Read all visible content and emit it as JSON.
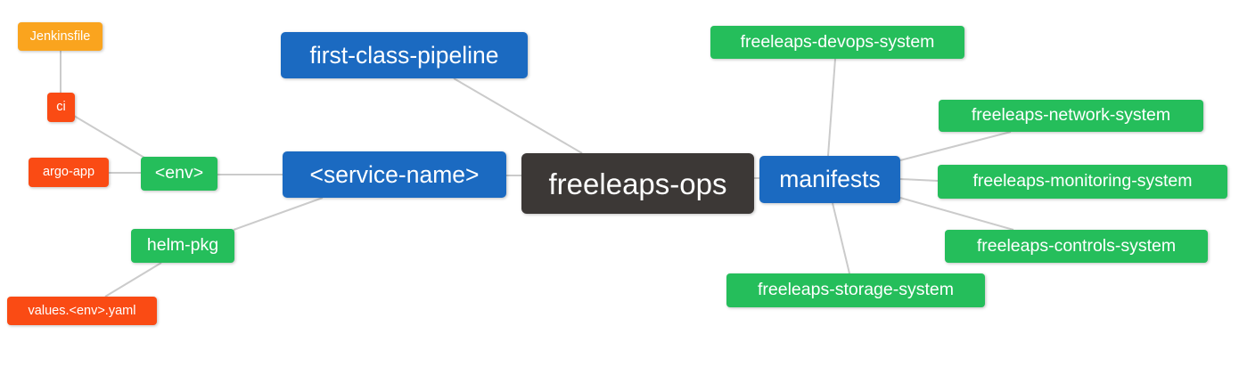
{
  "diagram": {
    "type": "mindmap",
    "title": "freeleaps-ops repository structure mind map",
    "palette": {
      "root_bg": "#3c3836",
      "branch_bg": "#1b6ac1",
      "leaf_green_bg": "#25be5b",
      "leaf_red_bg": "#fa4b14",
      "leaf_orange_bg": "#faa41e",
      "edge": "#cbcbcb",
      "text": "#ffffff"
    },
    "root": {
      "label": "freeleaps-ops"
    },
    "nodes": [
      {
        "id": "jenkinsfile",
        "label": "Jenkinsfile",
        "color": "orange"
      },
      {
        "id": "ci",
        "label": "ci",
        "color": "red"
      },
      {
        "id": "argo-app",
        "label": "argo-app",
        "color": "red"
      },
      {
        "id": "env",
        "label": "<env>",
        "color": "green"
      },
      {
        "id": "helm-pkg",
        "label": "helm-pkg",
        "color": "green"
      },
      {
        "id": "values-env-yaml",
        "label": "values.<env>.yaml",
        "color": "red"
      },
      {
        "id": "first-class-pipeline",
        "label": "first-class-pipeline",
        "color": "blue"
      },
      {
        "id": "service-name",
        "label": "<service-name>",
        "color": "blue"
      },
      {
        "id": "freeleaps-ops",
        "label": "freeleaps-ops",
        "color": "dark"
      },
      {
        "id": "manifests",
        "label": "manifests",
        "color": "blue"
      },
      {
        "id": "freeleaps-devops-system",
        "label": "freeleaps-devops-system",
        "color": "green"
      },
      {
        "id": "freeleaps-network-system",
        "label": "freeleaps-network-system",
        "color": "green"
      },
      {
        "id": "freeleaps-monitoring-system",
        "label": "freeleaps-monitoring-system",
        "color": "green"
      },
      {
        "id": "freeleaps-controls-system",
        "label": "freeleaps-controls-system",
        "color": "green"
      },
      {
        "id": "freeleaps-storage-system",
        "label": "freeleaps-storage-system",
        "color": "green"
      }
    ],
    "edges": [
      {
        "from": "jenkinsfile",
        "to": "ci"
      },
      {
        "from": "ci",
        "to": "env"
      },
      {
        "from": "argo-app",
        "to": "env"
      },
      {
        "from": "env",
        "to": "service-name"
      },
      {
        "from": "helm-pkg",
        "to": "service-name"
      },
      {
        "from": "values-env-yaml",
        "to": "helm-pkg"
      },
      {
        "from": "first-class-pipeline",
        "to": "freeleaps-ops"
      },
      {
        "from": "service-name",
        "to": "freeleaps-ops"
      },
      {
        "from": "freeleaps-ops",
        "to": "manifests"
      },
      {
        "from": "manifests",
        "to": "freeleaps-devops-system"
      },
      {
        "from": "manifests",
        "to": "freeleaps-network-system"
      },
      {
        "from": "manifests",
        "to": "freeleaps-monitoring-system"
      },
      {
        "from": "manifests",
        "to": "freeleaps-controls-system"
      },
      {
        "from": "manifests",
        "to": "freeleaps-storage-system"
      }
    ]
  }
}
